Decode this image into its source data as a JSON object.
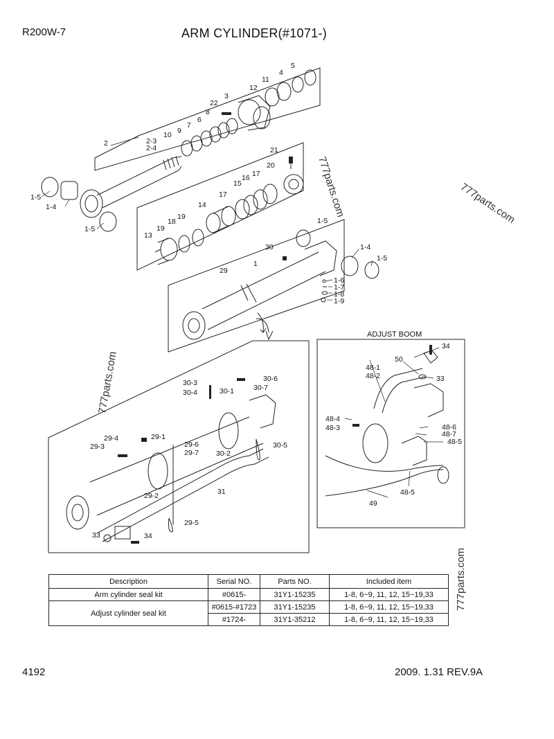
{
  "header": {
    "model": "R200W-7",
    "title": "ARM CYLINDER(#1071-)"
  },
  "footer": {
    "page": "4192",
    "revision": "2009. 1.31  REV.9A"
  },
  "watermarks": [
    "777parts.com",
    "777parts.com",
    "777parts.com",
    "777parts.com"
  ],
  "inset": {
    "title": "ADJUST BOOM"
  },
  "callouts": {
    "main": [
      "5",
      "4",
      "11",
      "12",
      "3",
      "22",
      "8",
      "6",
      "7",
      "9",
      "10",
      "2",
      "2-3",
      "2-4",
      "21",
      "20",
      "17",
      "16",
      "15",
      "17",
      "14",
      "18",
      "19",
      "19",
      "13",
      "1-5",
      "1-4",
      "1-5",
      "1-5",
      "1-4",
      "1-5",
      "30",
      "29",
      "1",
      "1-6",
      "1-7",
      "1-8",
      "1-9"
    ],
    "detail": [
      "30-3",
      "30-4",
      "30-6",
      "30-7",
      "30-1",
      "29-4",
      "29-3",
      "29-1",
      "29-6",
      "29-7",
      "30-2",
      "30-5",
      "29-2",
      "31",
      "29-5",
      "33",
      "34"
    ],
    "adjust": [
      "34",
      "50",
      "48-1",
      "48-2",
      "33",
      "48-4",
      "48-3",
      "48-6",
      "48-7",
      "48-5",
      "48-5",
      "49"
    ]
  },
  "kit_table": {
    "headers": [
      "Description",
      "Serial NO.",
      "Parts NO.",
      "Included item"
    ],
    "rows": [
      {
        "description": "Arm cylinder seal kit",
        "serial": "#0615-",
        "parts": "31Y1-15235",
        "items": "1-8, 6~9, 11, 12, 15~19,33"
      },
      {
        "description": "Adjust cylinder seal kit",
        "serial": "#0615-#1723",
        "parts": "31Y1-15235",
        "items": "1-8, 6~9, 11, 12, 15~19,33"
      },
      {
        "description": "",
        "serial": "#1724-",
        "parts": "31Y1-35212",
        "items": "1-8, 6~9, 11, 12, 15~19,33"
      }
    ]
  }
}
